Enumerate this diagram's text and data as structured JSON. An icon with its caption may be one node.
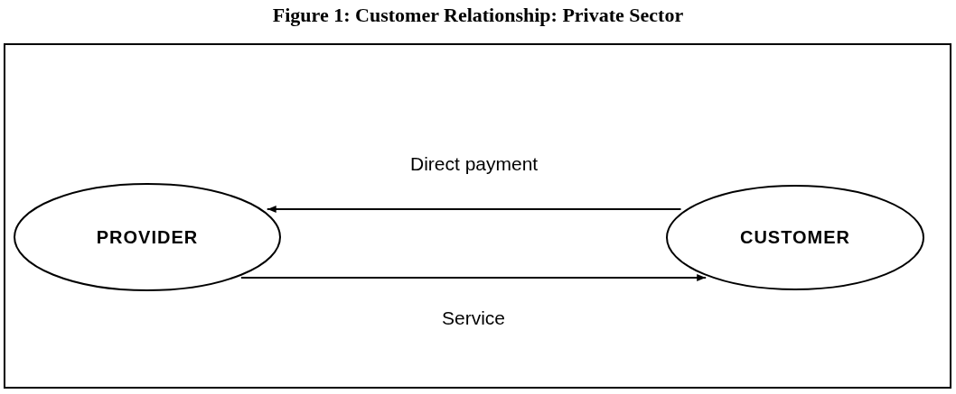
{
  "diagram": {
    "title": "Figure 1: Customer Relationship: Private Sector",
    "nodes": [
      {
        "text": [
          "PROVIDER"
        ]
      },
      {
        "text": [
          "CUSTOMER"
        ]
      }
    ],
    "edges": [
      {
        "from": 1,
        "to": 0,
        "arrow": "to",
        "label": "Direct payment"
      },
      {
        "from": 0,
        "to": 1,
        "arrow": "to",
        "label": "Service"
      }
    ]
  }
}
